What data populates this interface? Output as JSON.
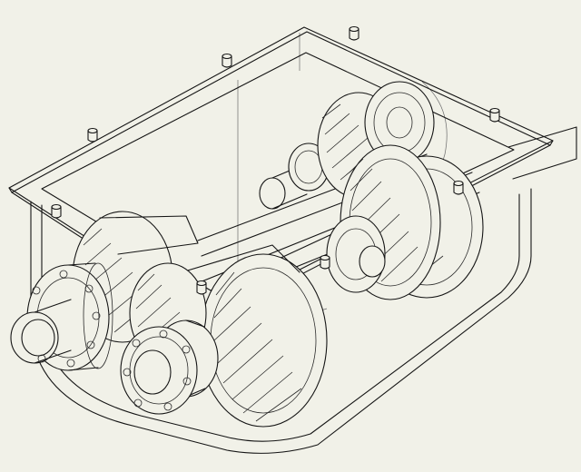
{
  "drawing": {
    "type": "line-art",
    "colors": {
      "background": "#f1f1e8",
      "line": "#151515"
    },
    "parts": [
      "housing-body",
      "cover-plate",
      "cover-bolts",
      "input-shaft-with-flange",
      "intermediate-shaft-with-flange",
      "output-shaft-end",
      "helical-gears",
      "shaft-bearings"
    ]
  }
}
